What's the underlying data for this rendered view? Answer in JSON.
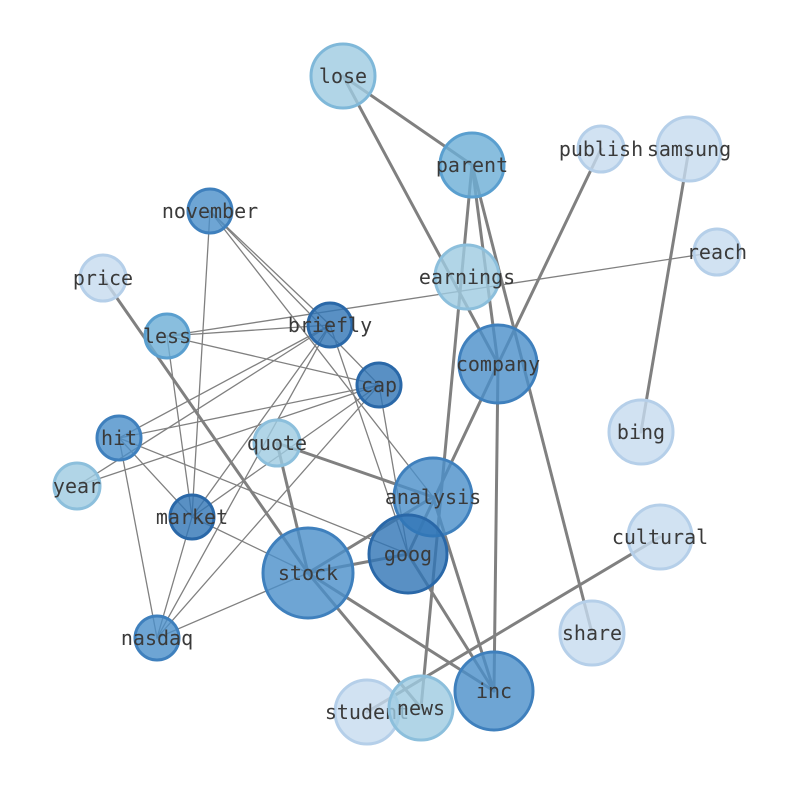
{
  "diagram": {
    "type": "network-graph",
    "nodes": [
      {
        "id": "lose",
        "label": "lose",
        "color": "#9ecae1",
        "border": "#7fb8d9"
      },
      {
        "id": "parent",
        "label": "parent",
        "color": "#6baed6",
        "border": "#5a9fcf"
      },
      {
        "id": "publish",
        "label": "publish",
        "color": "#c6dbef",
        "border": "#b5cfe9"
      },
      {
        "id": "samsung",
        "label": "samsung",
        "color": "#c6dbef",
        "border": "#b5cfe9"
      },
      {
        "id": "november",
        "label": "november",
        "color": "#4a8fc9",
        "border": "#3f80bd"
      },
      {
        "id": "reach",
        "label": "reach",
        "color": "#c6dbef",
        "border": "#b5cfe9"
      },
      {
        "id": "price",
        "label": "price",
        "color": "#c6dbef",
        "border": "#b5cfe9"
      },
      {
        "id": "earnings",
        "label": "earnings",
        "color": "#9ecae1",
        "border": "#8cbfdc"
      },
      {
        "id": "briefly",
        "label": "briefly",
        "color": "#2f74b5",
        "border": "#2a68a8"
      },
      {
        "id": "less",
        "label": "less",
        "color": "#6baed6",
        "border": "#5a9fcf"
      },
      {
        "id": "company",
        "label": "company",
        "color": "#4a8fc9",
        "border": "#3f80bd"
      },
      {
        "id": "cap",
        "label": "cap",
        "color": "#2f74b5",
        "border": "#2a68a8"
      },
      {
        "id": "hit",
        "label": "hit",
        "color": "#4a8fc9",
        "border": "#3f80bd"
      },
      {
        "id": "quote",
        "label": "quote",
        "color": "#9ecae1",
        "border": "#8cbfdc"
      },
      {
        "id": "bing",
        "label": "bing",
        "color": "#c6dbef",
        "border": "#b5cfe9"
      },
      {
        "id": "year",
        "label": "year",
        "color": "#9ecae1",
        "border": "#8cbfdc"
      },
      {
        "id": "analysis",
        "label": "analysis",
        "color": "#4a8fc9",
        "border": "#3f80bd"
      },
      {
        "id": "cultural",
        "label": "cultural",
        "color": "#c6dbef",
        "border": "#b5cfe9"
      },
      {
        "id": "market",
        "label": "market",
        "color": "#2f74b5",
        "border": "#2a68a8"
      },
      {
        "id": "goog",
        "label": "goog",
        "color": "#2f74b5",
        "border": "#2a68a8"
      },
      {
        "id": "stock",
        "label": "stock",
        "color": "#4a8fc9",
        "border": "#3f80bd"
      },
      {
        "id": "nasdaq",
        "label": "nasdaq",
        "color": "#4a8fc9",
        "border": "#3f80bd"
      },
      {
        "id": "share",
        "label": "share",
        "color": "#c6dbef",
        "border": "#b5cfe9"
      },
      {
        "id": "inc",
        "label": "inc",
        "color": "#4a8fc9",
        "border": "#3f80bd"
      },
      {
        "id": "student",
        "label": "student",
        "color": "#c6dbef",
        "border": "#b5cfe9"
      },
      {
        "id": "news",
        "label": "news",
        "color": "#9ecae1",
        "border": "#8cbfdc"
      }
    ],
    "edges": [
      {
        "source": "lose",
        "target": "parent",
        "weight": "heavy"
      },
      {
        "source": "lose",
        "target": "company",
        "weight": "heavy"
      },
      {
        "source": "parent",
        "target": "company",
        "weight": "heavy"
      },
      {
        "source": "parent",
        "target": "share",
        "weight": "heavy"
      },
      {
        "source": "parent",
        "target": "news",
        "weight": "heavy"
      },
      {
        "source": "publish",
        "target": "company",
        "weight": "heavy"
      },
      {
        "source": "samsung",
        "target": "bing",
        "weight": "heavy"
      },
      {
        "source": "reach",
        "target": "less",
        "weight": "light"
      },
      {
        "source": "price",
        "target": "stock",
        "weight": "heavy"
      },
      {
        "source": "company",
        "target": "inc",
        "weight": "heavy"
      },
      {
        "source": "company",
        "target": "goog",
        "weight": "heavy"
      },
      {
        "source": "analysis",
        "target": "stock",
        "weight": "heavy"
      },
      {
        "source": "analysis",
        "target": "inc",
        "weight": "heavy"
      },
      {
        "source": "quote",
        "target": "analysis",
        "weight": "heavy"
      },
      {
        "source": "quote",
        "target": "stock",
        "weight": "heavy"
      },
      {
        "source": "goog",
        "target": "stock",
        "weight": "heavy"
      },
      {
        "source": "goog",
        "target": "inc",
        "weight": "heavy"
      },
      {
        "source": "stock",
        "target": "inc",
        "weight": "heavy"
      },
      {
        "source": "stock",
        "target": "news",
        "weight": "heavy"
      },
      {
        "source": "cultural",
        "target": "student",
        "weight": "heavy"
      },
      {
        "source": "november",
        "target": "briefly",
        "weight": "light"
      },
      {
        "source": "november",
        "target": "cap",
        "weight": "light"
      },
      {
        "source": "november",
        "target": "analysis",
        "weight": "light"
      },
      {
        "source": "november",
        "target": "market",
        "weight": "light"
      },
      {
        "source": "briefly",
        "target": "less",
        "weight": "light"
      },
      {
        "source": "briefly",
        "target": "hit",
        "weight": "light"
      },
      {
        "source": "briefly",
        "target": "year",
        "weight": "light"
      },
      {
        "source": "briefly",
        "target": "market",
        "weight": "light"
      },
      {
        "source": "briefly",
        "target": "nasdaq",
        "weight": "light"
      },
      {
        "source": "briefly",
        "target": "goog",
        "weight": "light"
      },
      {
        "source": "less",
        "target": "cap",
        "weight": "light"
      },
      {
        "source": "less",
        "target": "market",
        "weight": "light"
      },
      {
        "source": "cap",
        "target": "hit",
        "weight": "light"
      },
      {
        "source": "cap",
        "target": "year",
        "weight": "light"
      },
      {
        "source": "cap",
        "target": "nasdaq",
        "weight": "light"
      },
      {
        "source": "cap",
        "target": "market",
        "weight": "light"
      },
      {
        "source": "cap",
        "target": "goog",
        "weight": "light"
      },
      {
        "source": "hit",
        "target": "nasdaq",
        "weight": "light"
      },
      {
        "source": "hit",
        "target": "goog",
        "weight": "light"
      },
      {
        "source": "hit",
        "target": "market",
        "weight": "light"
      },
      {
        "source": "market",
        "target": "stock",
        "weight": "light"
      },
      {
        "source": "market",
        "target": "nasdaq",
        "weight": "light"
      },
      {
        "source": "stock",
        "target": "nasdaq",
        "weight": "light"
      }
    ],
    "edge_color": "#808080"
  }
}
